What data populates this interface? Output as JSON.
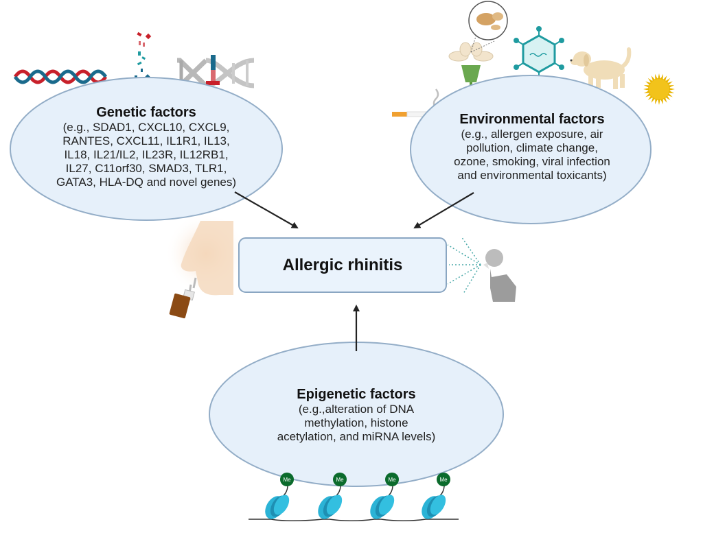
{
  "diagram": {
    "center": {
      "label": "Allergic rhinitis"
    },
    "factors": [
      {
        "id": "genetic",
        "title": "Genetic factors",
        "lines": [
          "(e.g., SDAD1, CXCL10, CXCL9,",
          "RANTES, CXCL11, IL1R1, IL13,",
          "IL18, IL21/IL2, IL23R, IL12RB1,",
          "IL27, C11orf30, SMAD3, TLR1,",
          "GATA3, HLA-DQ and novel genes)"
        ]
      },
      {
        "id": "environmental",
        "title": "Environmental factors",
        "lines": [
          "(e.g., allergen exposure, air",
          "pollution, climate change,",
          "ozone, smoking, viral infection",
          "and environmental toxicants)"
        ]
      },
      {
        "id": "epigenetic",
        "title": "Epigenetic factors",
        "lines": [
          "(e.g.,alteration of DNA",
          "methylation, histone",
          "acetylation, and miRNA levels)"
        ]
      }
    ],
    "methyl_label": "Me",
    "colors": {
      "ellipse_fill": "#e6f0fa",
      "ellipse_stroke": "#93adc7",
      "box_fill": "#eaf3fc",
      "box_stroke": "#8aa6c2",
      "arrow": "#222222",
      "dna_red": "#c8202a",
      "dna_blue": "#1a6a8c",
      "teal": "#1f9ba0",
      "methyl_green": "#0b6b2c",
      "nucleosome": "#2bb3d6"
    }
  }
}
